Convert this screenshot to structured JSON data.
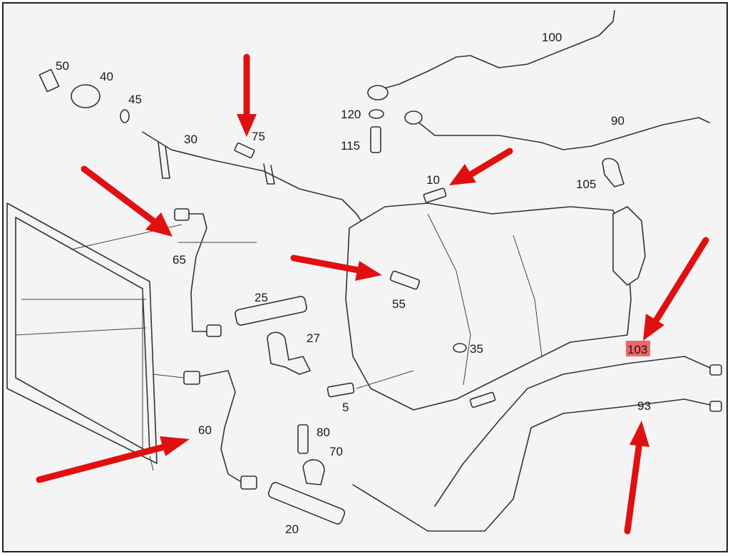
{
  "colors": {
    "arrow": "#e01010",
    "highlight": "#ef4c4c",
    "line": "#333333",
    "background": "#f4f4f4"
  },
  "labels": {
    "p100": "100",
    "p50": "50",
    "p40": "40",
    "p45": "45",
    "p75": "75",
    "p120": "120",
    "p90": "90",
    "p115": "115",
    "p30": "30",
    "p10": "10",
    "p105": "105",
    "p65": "65",
    "p25": "25",
    "p55": "55",
    "p27": "27",
    "p35": "35",
    "p103": "103",
    "p5": "5",
    "p93": "93",
    "p60": "60",
    "p80": "80",
    "p70": "70",
    "p20": "20"
  }
}
